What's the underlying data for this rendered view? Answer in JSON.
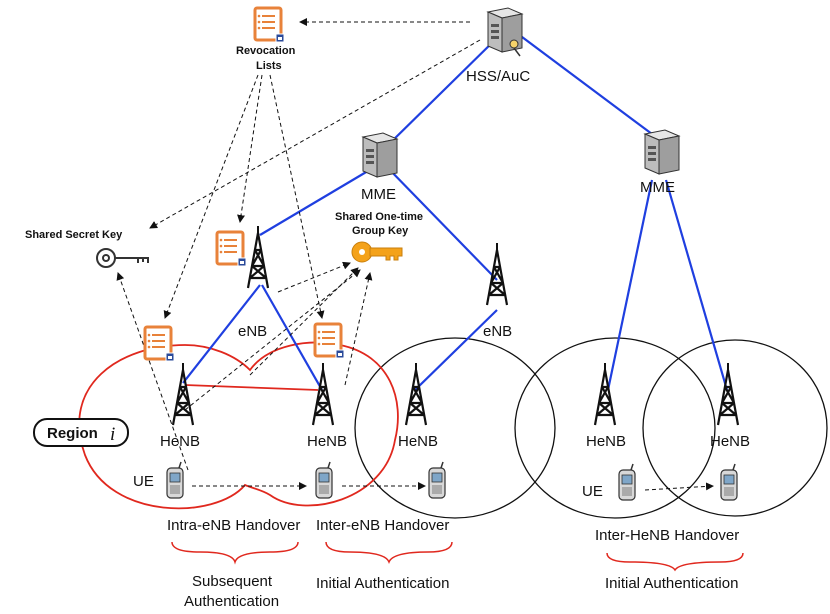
{
  "labels": {
    "hss": "HSS/AuC",
    "revocation": [
      "Revocation",
      "Lists"
    ],
    "mme_left": "MME",
    "mme_right": "MME",
    "shared_secret_key": "Shared Secret Key",
    "group_key": [
      "Shared One-time",
      "Group Key"
    ],
    "enb_left": "eNB",
    "enb_mid": "eNB",
    "region_text": "Region",
    "region_var": "i",
    "henb": [
      "HeNB",
      "HeNB",
      "HeNB",
      "HeNB",
      "HeNB"
    ],
    "ue_left": "UE",
    "ue_right": "UE",
    "intra_enb": "Intra-eNB Handover",
    "inter_enb": "Inter-eNB Handover",
    "inter_henb": "Inter-HeNB Handover",
    "subsequent_auth": [
      "Subsequent",
      "Authentication"
    ],
    "initial_auth_1": "Initial Authentication",
    "initial_auth_2": "Initial Authentication"
  },
  "colors": {
    "link_blue": "#1f3fe0",
    "region_red": "#e0281e",
    "key_orange": "#f4a21a",
    "doc_orange": "#e8823a"
  }
}
